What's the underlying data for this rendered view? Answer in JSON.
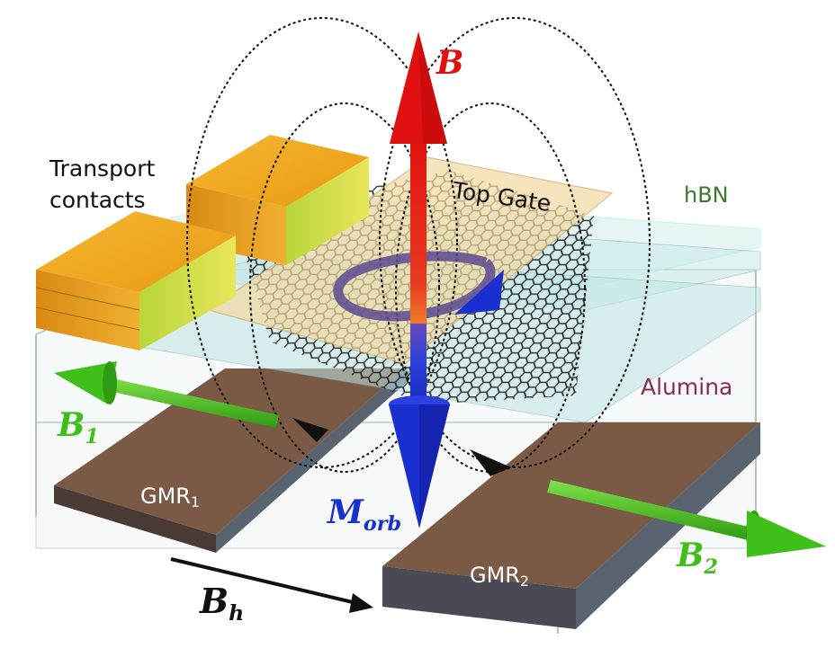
{
  "labels": {
    "transport_contacts_line1": "Transport",
    "transport_contacts_line2": "contacts",
    "top_gate": "Top Gate",
    "hbn": "hBN",
    "alumina": "Alumina",
    "gmr1_text": "GMR",
    "gmr1_sub": "1",
    "gmr2_text": "GMR",
    "gmr2_sub": "2",
    "b_field": "B",
    "b1_text": "B",
    "b1_sub": "1",
    "b2_text": "B",
    "b2_sub": "2",
    "bh_text": "B",
    "bh_sub": "h",
    "morb_text": "M",
    "morb_sub": "orb"
  },
  "colors": {
    "b_arrow": "#e01010",
    "m_orb_arrow": "#1a2fd0",
    "b1_b2_arrows": "#3fbf1a",
    "hbn_label": "#3c7a2a",
    "alumina_label": "#8a2a5a",
    "gmr_strip": "#7a5a45",
    "contacts": "#f0a51a",
    "top_gate": "#f3d9a0",
    "hbn_layer": "#bfe6e6"
  }
}
